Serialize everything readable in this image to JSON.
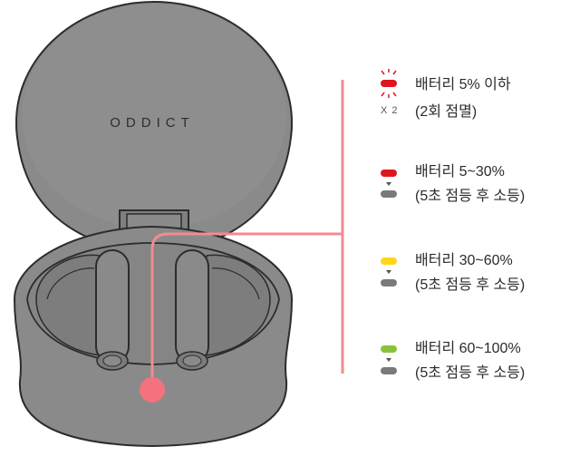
{
  "brand": "ODDICT",
  "colors": {
    "case_fill": "#8a8a8a",
    "case_stroke": "#2c2c2c",
    "accent_line": "#f28b92",
    "red": "#e0141e",
    "yellow": "#ffd51a",
    "green": "#88c43a",
    "gray_pill": "#7a7a7a"
  },
  "legend": [
    {
      "title": "배터리 5% 이하",
      "sub": "(2회 점멸)",
      "badge": "X 2",
      "color_key": "red",
      "icon": "blink-icon"
    },
    {
      "title": "배터리 5~30%",
      "sub": "(5초 점등 후 소등)",
      "color_key": "red",
      "icon": "led-transition-icon"
    },
    {
      "title": "배터리 30~60%",
      "sub": "(5초 점등 후 소등)",
      "color_key": "yellow",
      "icon": "led-transition-icon"
    },
    {
      "title": "배터리 60~100%",
      "sub": "(5초 점등 후 소등)",
      "color_key": "green",
      "icon": "led-transition-icon"
    }
  ]
}
